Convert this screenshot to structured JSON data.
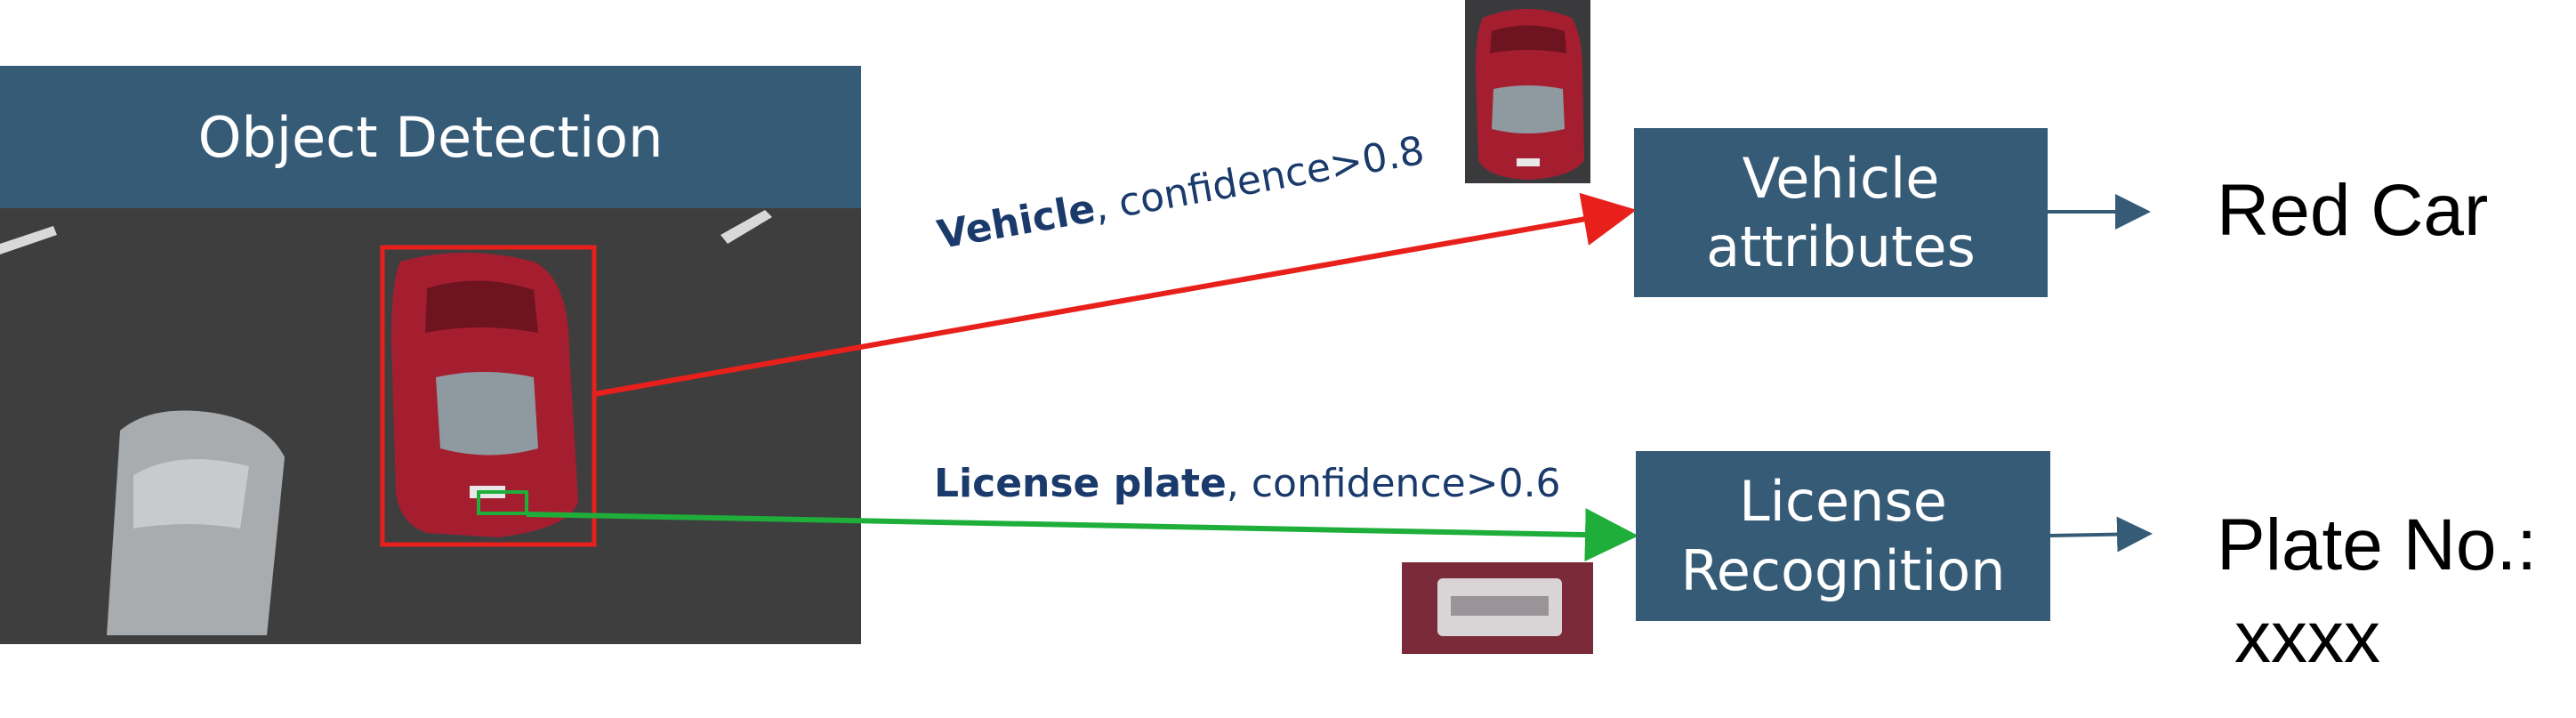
{
  "object_detection": {
    "title": "Object Detection"
  },
  "edges": {
    "vehicle": {
      "label_bold": "Vehicle",
      "label_rest": ", confidence>0.8",
      "color": "#e8201c"
    },
    "license": {
      "label_bold": "License plate",
      "label_rest": ", confidence>0.6",
      "color": "#1fae3a"
    }
  },
  "boxes": {
    "vehicle_attributes": {
      "line1": "Vehicle",
      "line2": "attributes"
    },
    "license_recognition": {
      "line1": "License",
      "line2": "Recognition"
    }
  },
  "outputs": {
    "vehicle": "Red Car",
    "plate_label": "Plate No.:",
    "plate_value": "xxxx"
  },
  "colors": {
    "box_fill": "#365b77",
    "arrow_dark": "#365b77",
    "label_text": "#1a3a6b"
  }
}
